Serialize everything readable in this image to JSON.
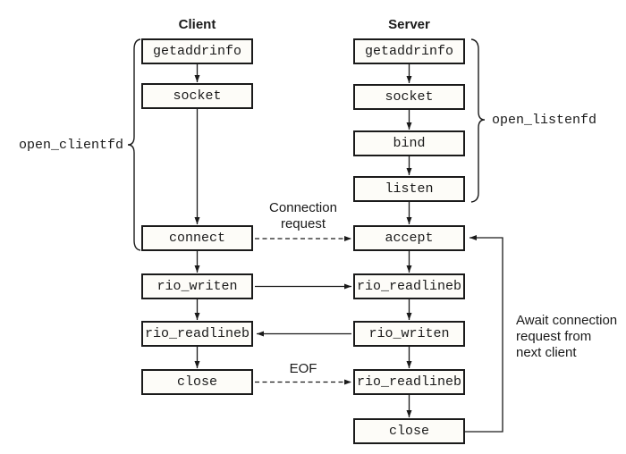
{
  "diagram": {
    "client": {
      "title": "Client",
      "boxes": [
        "getaddrinfo",
        "socket",
        "connect",
        "rio_writen",
        "rio_readlineb",
        "close"
      ]
    },
    "server": {
      "title": "Server",
      "boxes": [
        "getaddrinfo",
        "socket",
        "bind",
        "listen",
        "accept",
        "rio_readlineb",
        "rio_writen",
        "rio_readlineb",
        "close"
      ]
    },
    "labels": {
      "open_clientfd": "open_clientfd",
      "open_listenfd": "open_listenfd",
      "connection_request_lines": [
        "Connection",
        "request"
      ],
      "eof": "EOF",
      "await_lines": [
        "Await connection",
        "request from",
        "next client"
      ]
    },
    "colors": {
      "ink": "#1a1a1a",
      "box_fill": "#fdfcf8",
      "background": "#ffffff"
    }
  }
}
